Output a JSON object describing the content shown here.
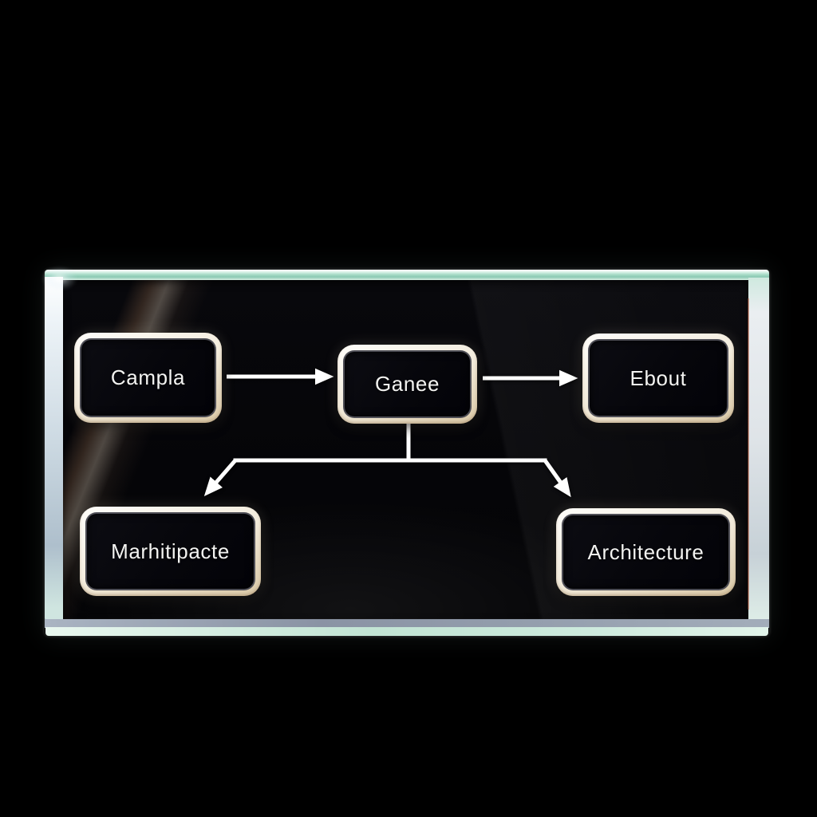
{
  "diagram": {
    "nodes": [
      {
        "id": "campla",
        "label": "Campla"
      },
      {
        "id": "ganee",
        "label": "Ganee"
      },
      {
        "id": "ebout",
        "label": "Ebout"
      },
      {
        "id": "marhitipacte",
        "label": "Marhitipacte"
      },
      {
        "id": "architecture",
        "label": "Architecture"
      }
    ],
    "edges": [
      {
        "from": "Campla",
        "to": "Ganee",
        "style": "straight-arrow-right"
      },
      {
        "from": "Ganee",
        "to": "Ebout",
        "style": "straight-arrow-right"
      },
      {
        "from": "Ganee",
        "to": "Marhitipacte",
        "style": "branch-down-left"
      },
      {
        "from": "Ganee",
        "to": "Architecture",
        "style": "branch-down-right"
      }
    ],
    "colors": {
      "page_background": "#000000",
      "panel_face": "#06060a",
      "panel_edge_mint": "#9bd2bd",
      "panel_edge_blue_gray": "#8f99a9",
      "panel_edge_white": "#eef4f6",
      "node_border": "#f2ebdb",
      "node_fill": "#07070c",
      "label_text": "#f3f3f1",
      "connector": "#ffffff"
    }
  }
}
